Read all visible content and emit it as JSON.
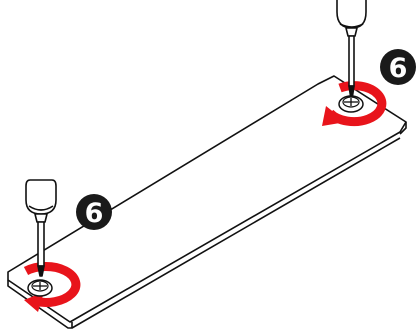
{
  "steps": [
    {
      "label": "6"
    },
    {
      "label": "6"
    }
  ],
  "colors": {
    "outline": "#111111",
    "rotation_arrow": "#e8141b",
    "badge": "#1a1a1a",
    "badge_text": "#ffffff",
    "background": "#ffffff"
  },
  "icons": {
    "screwdriver": "screwdriver-icon",
    "screw": "screw-icon",
    "rotation_arrow": "clockwise-rotation-arrow-icon",
    "ssd_card": "m2-card"
  }
}
